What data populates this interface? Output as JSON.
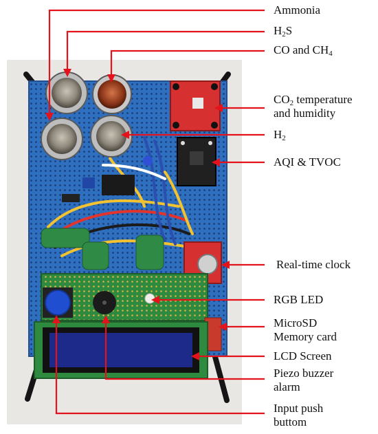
{
  "labels": {
    "ammonia": "Ammonia",
    "h2s_pre": "H",
    "h2s_sub": "2",
    "h2s_post": "S",
    "co_ch4_pre": "CO and CH",
    "co_ch4_sub": "4",
    "co2_pre": "CO",
    "co2_sub": "2",
    "co2_post": " temperature",
    "co2_line2": "and humidity",
    "h2_pre": "H",
    "h2_sub": "2",
    "aqi": "AQI & TVOC",
    "rtc": "Real-time clock",
    "rgb": "RGB LED",
    "microsd_line1": "MicroSD",
    "microsd_line2": "Memory card",
    "lcd": "LCD Screen",
    "piezo_line1": "Piezo buzzer",
    "piezo_line2": "alarm",
    "push_line1": "Input push",
    "push_line2": "buttom"
  },
  "colors": {
    "arrow": "#e3121b",
    "board": "#2f6fc0",
    "protoboard": "#2e8a3e",
    "lcd": "#1d2a8a"
  }
}
